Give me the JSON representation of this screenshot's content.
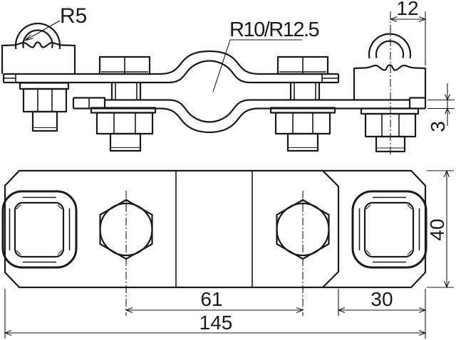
{
  "drawing": {
    "type": "technical-dimension-drawing",
    "views": {
      "top": "front-elevation",
      "bottom": "plan-view"
    },
    "labels": {
      "rope_radius": "R5",
      "pipe_radius": "R10/R12.5"
    },
    "dims": {
      "clip_offset": "12",
      "strip_thickness": "3",
      "bolt_spacing": "61",
      "clip_width": "30",
      "overall_length": "145",
      "plate_width": "40"
    },
    "colors": {
      "line": "#1a1a1a",
      "background": "#ffffff"
    }
  }
}
